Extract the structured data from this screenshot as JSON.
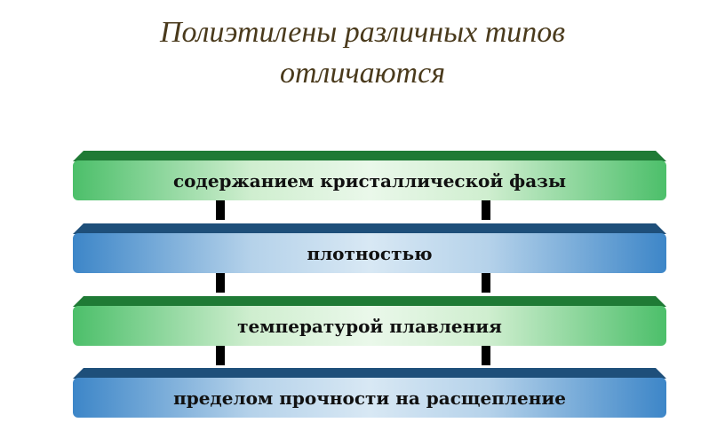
{
  "title": {
    "line1": "Полиэтилены различных типов",
    "line2": "отличаются"
  },
  "items": [
    {
      "label": "содержанием кристаллической фазы"
    },
    {
      "label": "плотностью"
    },
    {
      "label": "температурой плавления"
    },
    {
      "label": "пределом прочности на расщепление"
    }
  ],
  "colors": {
    "green_top": "#1f7a35",
    "blue_top": "#1e4f7a",
    "title": "#4a3a1c"
  }
}
